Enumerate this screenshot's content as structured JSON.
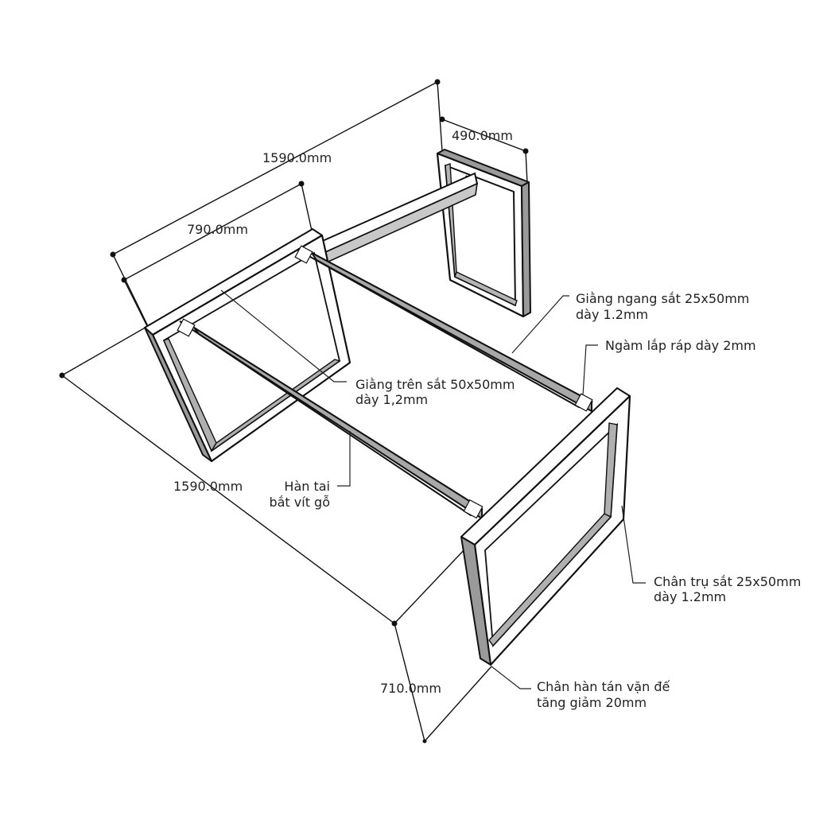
{
  "dimensions": {
    "length_top": "1590.0mm",
    "width_back": "490.0mm",
    "width_front": "790.0mm",
    "length_bottom": "1590.0mm",
    "height": "710.0mm"
  },
  "callouts": {
    "giang_ngang": [
      "Giằng ngang sắt 25x50mm",
      "dày 1.2mm"
    ],
    "ngam_lap_rap": [
      "Ngàm lắp ráp dày 2mm"
    ],
    "giang_tren": [
      "Giằng trên sắt 50x50mm",
      "dày 1,2mm"
    ],
    "han_tai": [
      "Hàn tai",
      "bắt vít gỗ"
    ],
    "chan_tru": [
      "Chân trụ sắt 25x50mm",
      "dày 1.2mm"
    ],
    "chan_han": [
      "Chân hàn tán vặn đế",
      "tăng giảm 20mm"
    ]
  }
}
